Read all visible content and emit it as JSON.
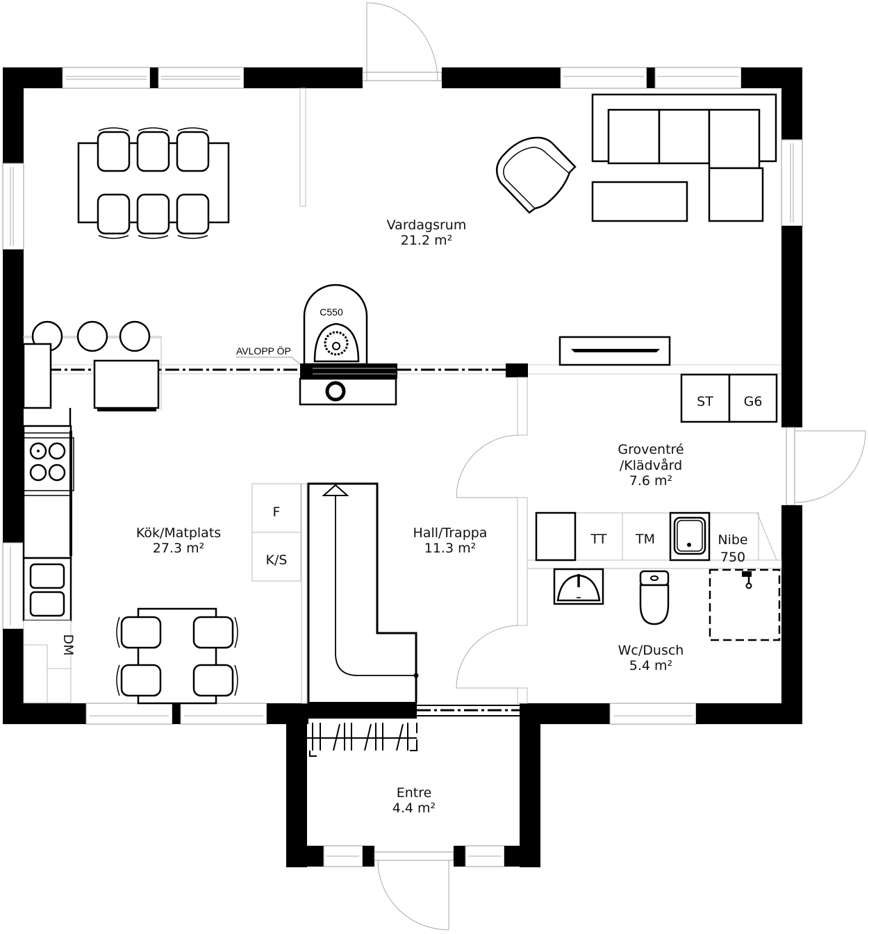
{
  "floorplan": {
    "rooms": [
      {
        "id": "vardagsrum",
        "name": "Vardagsrum",
        "area": "21.2 m²"
      },
      {
        "id": "kok",
        "name": "Kök/Matplats",
        "area": "27.3 m²"
      },
      {
        "id": "hall",
        "name": "Hall/Trappa",
        "area": "11.3 m²"
      },
      {
        "id": "groventre",
        "name": "Groventré",
        "name2": "/Klädvård",
        "area": "7.6 m²"
      },
      {
        "id": "wc",
        "name": "Wc/Dusch",
        "area": "5.4 m²"
      },
      {
        "id": "entre",
        "name": "Entre",
        "area": "4.4 m²"
      }
    ],
    "fixtures": {
      "stove_model": "C550",
      "drain_note": "AVLOPP ÖP",
      "fridge": "F",
      "fridge_freezer": "K/S",
      "dishwasher": "DM",
      "storage": "ST",
      "g6": "G6",
      "dryer": "TT",
      "washer": "TM",
      "heatpump_line1": "Nibe",
      "heatpump_line2": "750"
    }
  }
}
